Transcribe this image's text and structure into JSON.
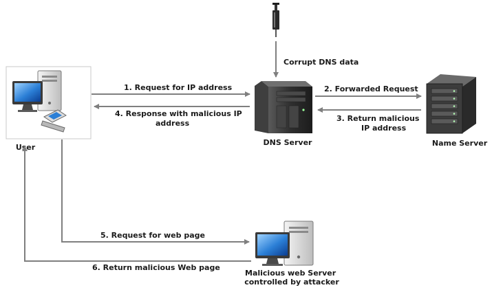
{
  "nodes": {
    "user": "User",
    "dns_server": "DNS Server",
    "name_server": "Name Server",
    "malicious_server": [
      "Malicious web Server",
      "controlled by attacker"
    ]
  },
  "steps": {
    "corrupt": "Corrupt DNS data",
    "step1": "1. Request for IP address",
    "step2": "2. Forwarded Request",
    "step3": [
      "3. Return malicious",
      "IP address"
    ],
    "step4": [
      "4. Response with malicious IP",
      "address"
    ],
    "step5": "5. Request for web page",
    "step6": "6. Return malicious Web page"
  },
  "colors": {
    "arrow": "#7f7f7f",
    "text": "#1a1a1a"
  },
  "icons": {
    "user": [
      "desktop-computer-icon",
      "flip-phone-icon"
    ],
    "attacker": "syringe-icon",
    "dns_server": "server-tower-icon",
    "name_server": "rack-server-icon",
    "malicious_server": "desktop-computer-icon"
  }
}
